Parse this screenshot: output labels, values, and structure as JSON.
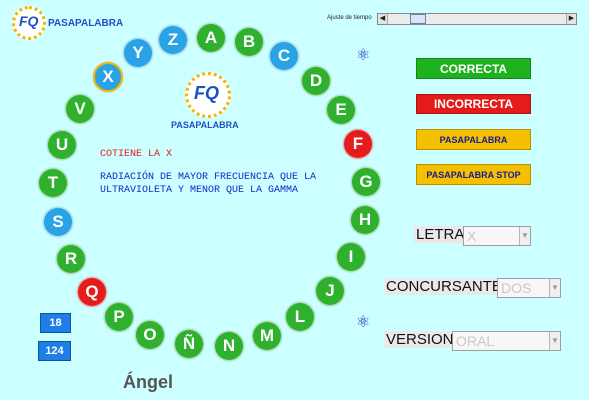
{
  "app": {
    "brand": "PASAPALABRA",
    "logo_mark": "FQ"
  },
  "clue": {
    "title": "COTIENE LA X",
    "text": "RADIACIÓN DE MAYOR FRECUENCIA QUE LA ULTRAVIOLETA Y MENOR QUE LA GAMMA"
  },
  "time": {
    "label": "Ajuste de tiempo",
    "value": 0.12
  },
  "buttons": {
    "correct": "CORRECTA",
    "incorrect": "INCORRECTA",
    "pasapalabra": "PASAPALABRA",
    "pasapalabra_stop": "PASAPALABRA STOP"
  },
  "fields": {
    "letter_label": "LETRA",
    "letter_value": "X",
    "contestant_label": "CONCURSANTE",
    "contestant_value": "DOS",
    "version_label": "VERSION",
    "version_value": "ORAL"
  },
  "counters": {
    "first": "18",
    "second": "124"
  },
  "player": {
    "name": "Ángel"
  },
  "letters": [
    {
      "char": "A",
      "state": "green"
    },
    {
      "char": "B",
      "state": "green"
    },
    {
      "char": "C",
      "state": "blue"
    },
    {
      "char": "D",
      "state": "green"
    },
    {
      "char": "E",
      "state": "green"
    },
    {
      "char": "F",
      "state": "red"
    },
    {
      "char": "G",
      "state": "green"
    },
    {
      "char": "H",
      "state": "green"
    },
    {
      "char": "I",
      "state": "green"
    },
    {
      "char": "J",
      "state": "green"
    },
    {
      "char": "L",
      "state": "green"
    },
    {
      "char": "M",
      "state": "green"
    },
    {
      "char": "N",
      "state": "green"
    },
    {
      "char": "Ñ",
      "state": "green"
    },
    {
      "char": "O",
      "state": "green"
    },
    {
      "char": "P",
      "state": "green"
    },
    {
      "char": "Q",
      "state": "red"
    },
    {
      "char": "R",
      "state": "green"
    },
    {
      "char": "S",
      "state": "blue"
    },
    {
      "char": "T",
      "state": "green"
    },
    {
      "char": "U",
      "state": "green"
    },
    {
      "char": "V",
      "state": "green"
    },
    {
      "char": "X",
      "state": "blue-current"
    },
    {
      "char": "Y",
      "state": "blue"
    },
    {
      "char": "Z",
      "state": "blue"
    }
  ],
  "colors": {
    "background": "#ccffff",
    "green": "#2fb12f",
    "blue": "#29a3e6",
    "red": "#e51c1c",
    "yellow": "#f4c000"
  }
}
